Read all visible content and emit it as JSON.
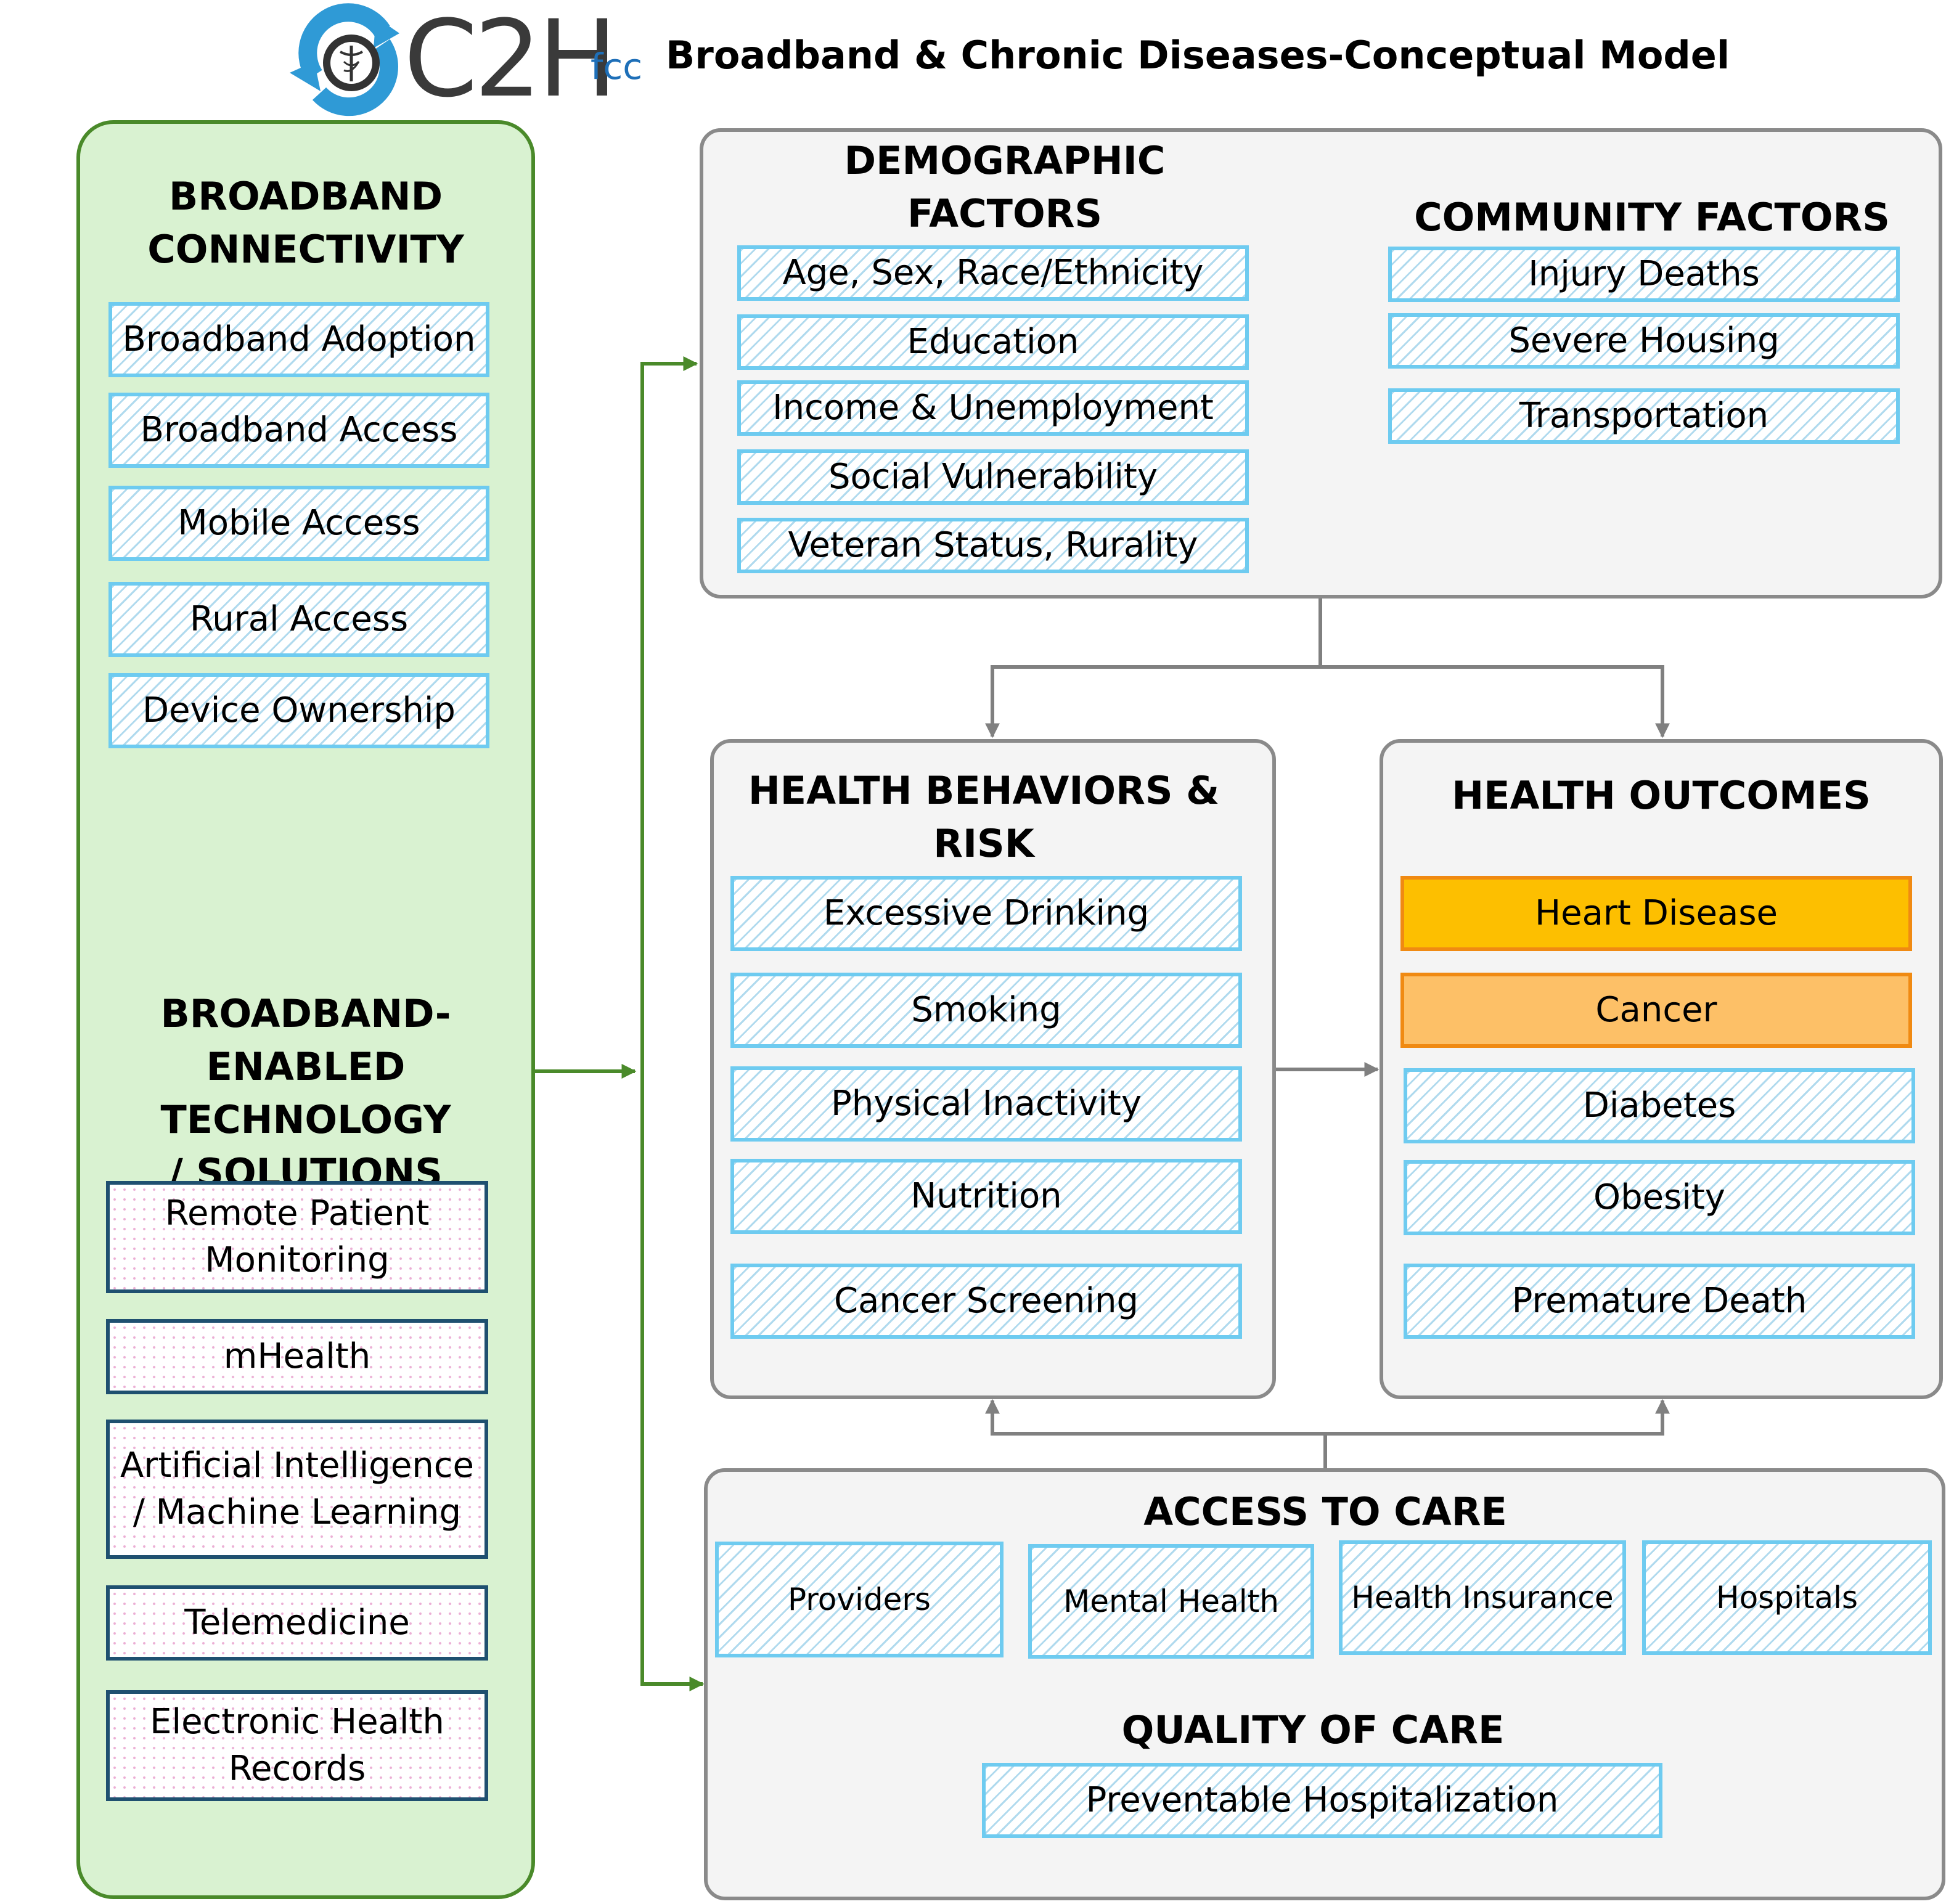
{
  "title": "Broadband & Chronic Diseases-Conceptual Model",
  "logo": {
    "text": "C2H",
    "suffix": "fcc"
  },
  "broadband_connectivity": {
    "heading": "BROADBAND\nCONNECTIVITY",
    "items": [
      "Broadband Adoption",
      "Broadband Access",
      "Mobile Access",
      "Rural Access",
      "Device Ownership"
    ]
  },
  "broadband_solutions": {
    "heading": "BROADBAND-\nENABLED TECHNOLOGY\n/ SOLUTIONS",
    "items": [
      "Remote Patient\nMonitoring",
      "mHealth",
      "Artificial Intelligence\n/ Machine Learning",
      "Telemedicine",
      "Electronic Health\nRecords"
    ]
  },
  "demographic_factors": {
    "heading": "DEMOGRAPHIC\nFACTORS",
    "items": [
      "Age, Sex, Race/Ethnicity",
      "Education",
      "Income & Unemployment",
      "Social Vulnerability",
      "Veteran Status, Rurality"
    ]
  },
  "community_factors": {
    "heading": "COMMUNITY FACTORS",
    "items": [
      "Injury Deaths",
      "Severe Housing",
      "Transportation"
    ]
  },
  "health_behaviors": {
    "heading": "HEALTH BEHAVIORS & RISK\nFACTORS",
    "items": [
      "Excessive Drinking",
      "Smoking",
      "Physical Inactivity",
      "Nutrition",
      "Cancer Screening"
    ]
  },
  "health_outcomes": {
    "heading": "HEALTH OUTCOMES",
    "items": [
      "Heart Disease",
      "Cancer",
      "Diabetes",
      "Obesity",
      "Premature Death"
    ]
  },
  "access_to_care": {
    "heading": "ACCESS TO CARE",
    "items": [
      "Providers",
      "Mental Health",
      "Health Insurance",
      "Hospitals"
    ]
  },
  "quality_of_care": {
    "heading": "QUALITY OF CARE",
    "items": [
      "Preventable Hospitalization"
    ]
  },
  "colors": {
    "green_border": "#4a8a2a",
    "green_fill": "#d9f2d1",
    "grey_border": "#8a8a8a",
    "blue_border": "#6ecbf0",
    "navy_border": "#1f5070",
    "heart_disease": "#fdbf00",
    "cancer": "#fdc067",
    "orange_border": "#f08a12"
  }
}
